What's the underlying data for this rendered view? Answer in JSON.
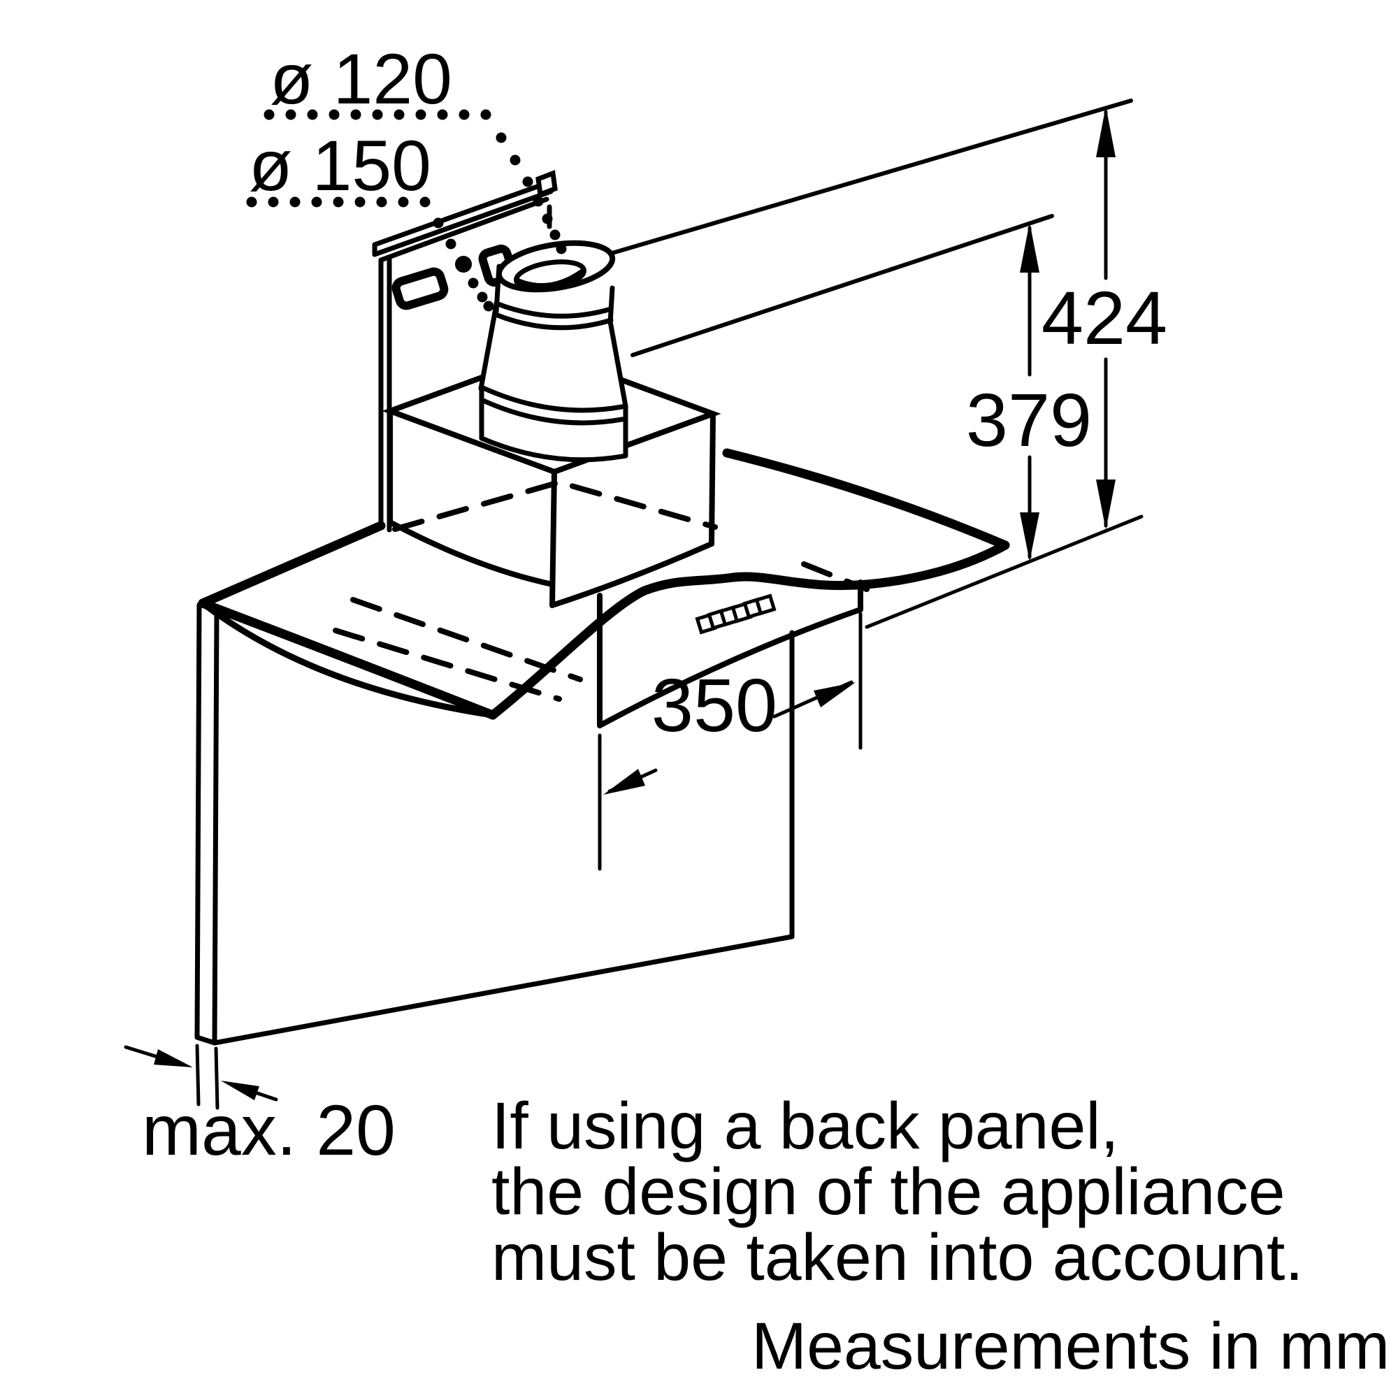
{
  "page": {
    "background": "#ffffff",
    "line_color": "#000000"
  },
  "diagram": {
    "duct_labels": {
      "upper": "ø 120",
      "lower": "ø 150"
    },
    "dimensions": {
      "height_to_duct_top": "424",
      "height_to_chimney_top": "379",
      "body_depth": "350",
      "panel_thickness": "max. 20"
    },
    "note_lines": [
      "If using a back panel,",
      "the design of the appliance",
      "must be taken into account."
    ],
    "footer": "Measurements in mm"
  }
}
